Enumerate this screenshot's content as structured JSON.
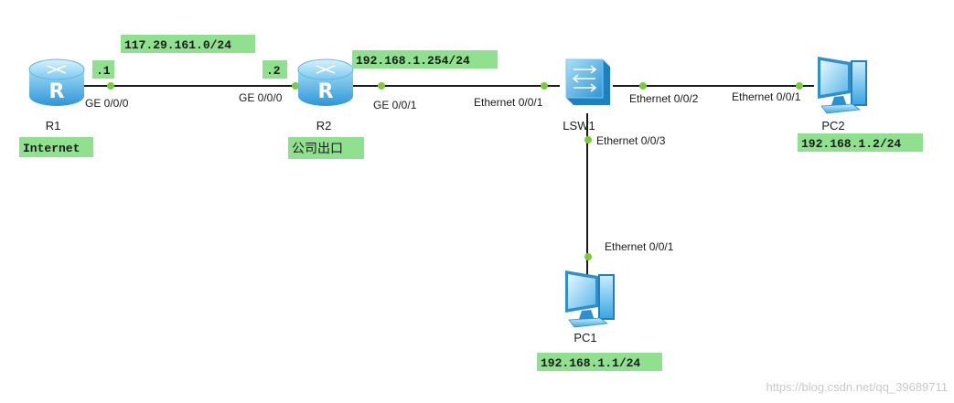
{
  "colors": {
    "tag_bg": "#8fe08f",
    "link": "#1a1a1a",
    "port_dot": "#7acc3a",
    "device_blue": "#3aa7e2"
  },
  "devices": {
    "r1": {
      "name": "R1",
      "icon": "router-icon"
    },
    "r2": {
      "name": "R2",
      "icon": "router-icon"
    },
    "lsw1": {
      "name": "LSW1",
      "icon": "switch-icon"
    },
    "pc1": {
      "name": "PC1",
      "icon": "pc-icon"
    },
    "pc2": {
      "name": "PC2",
      "icon": "pc-icon"
    }
  },
  "ports": {
    "r1_ge000": "GE 0/0/0",
    "r2_ge000": "GE 0/0/0",
    "r2_ge001": "GE 0/0/1",
    "lsw1_e001": "Ethernet 0/0/1",
    "lsw1_e002": "Ethernet 0/0/2",
    "lsw1_e003": "Ethernet 0/0/3",
    "pc2_e001": "Ethernet 0/0/1",
    "pc1_e001": "Ethernet 0/0/1"
  },
  "tags": {
    "wan_subnet": "117.29.161.0/24",
    "r1_host": ".1",
    "r2_host": ".2",
    "lan_gateway": "192.168.1.254/24",
    "r1_role": "Internet",
    "r2_role": "公司出口",
    "pc2_ip": "192.168.1.2/24",
    "pc1_ip": "192.168.1.1/24"
  },
  "watermark": "https://blog.csdn.net/qq_39689711"
}
